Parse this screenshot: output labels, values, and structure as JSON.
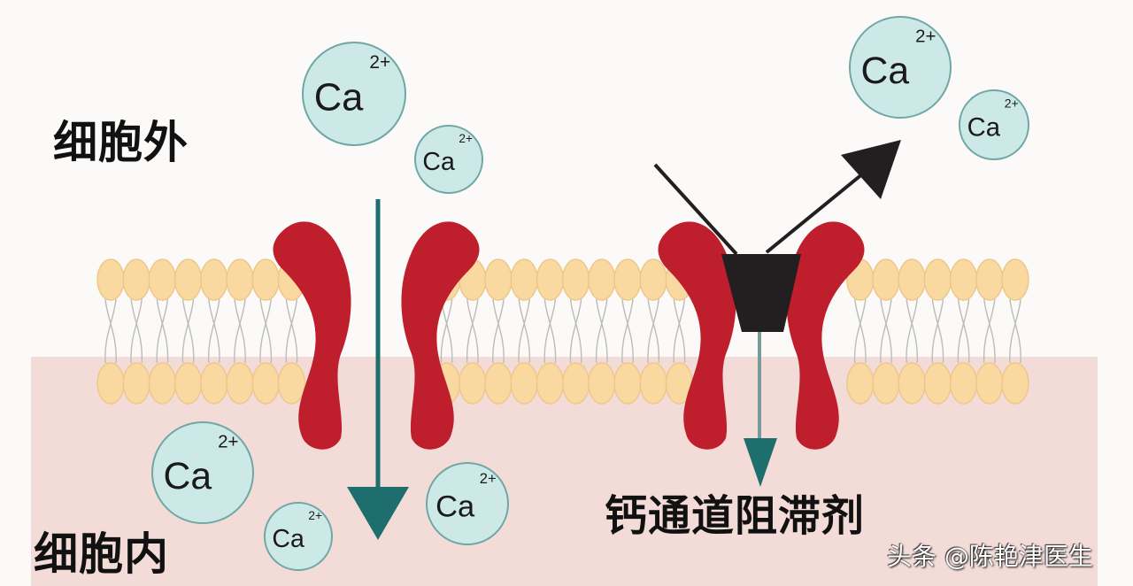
{
  "labels": {
    "extracellular": "细胞外",
    "intracellular": "细胞内",
    "blocker": "钙通道阻滞剂"
  },
  "ion": {
    "symbol": "Ca",
    "charge": "2+"
  },
  "watermark": "头条 @陈艳津医生",
  "colors": {
    "extracellular_bg": "#fbfaf8",
    "intracellular_bg": "#f3dcd7",
    "lipid_head": "#f9d9a0",
    "channel": "#bf1e2d",
    "blocker": "#231f20",
    "arrow": "#1f6e6e",
    "ion_fill": "#cde9e7"
  }
}
